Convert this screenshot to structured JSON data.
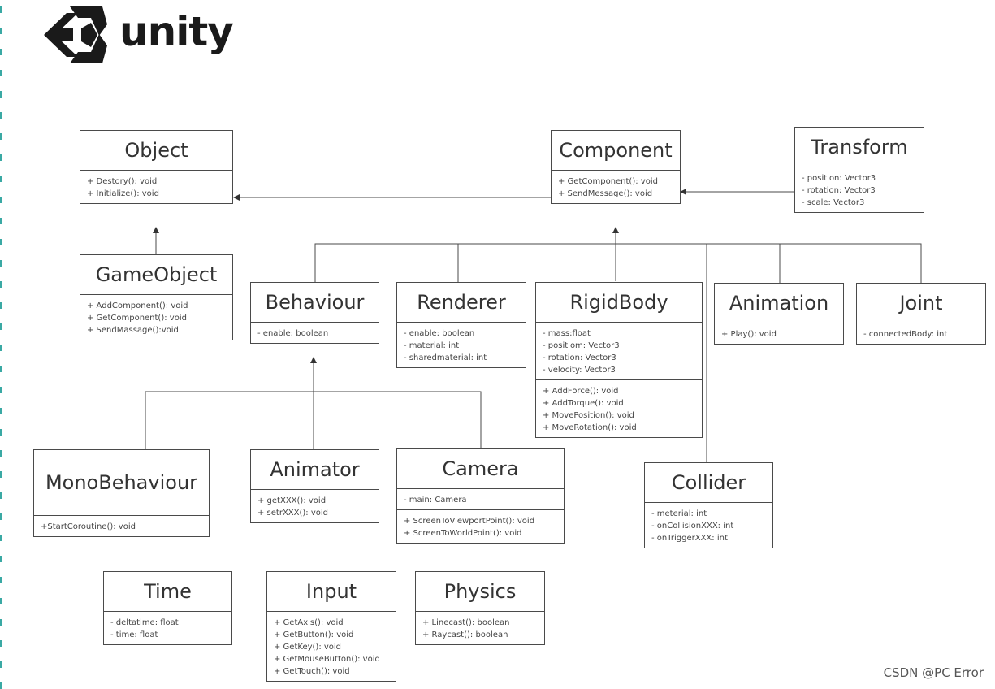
{
  "brand": {
    "name": "unity"
  },
  "watermark": "CSDN @PC Error",
  "classes": [
    {
      "id": "object",
      "title": "Object",
      "sections": [
        [
          "+      Destory(): void",
          "+      Initialize(): void"
        ]
      ]
    },
    {
      "id": "gameobject",
      "title": "GameObject",
      "sections": [
        [
          "+ AddComponent(): void",
          "+ GetComponent(): void",
          "+ SendMassage():void"
        ]
      ]
    },
    {
      "id": "component",
      "title": "Component",
      "sections": [
        [
          "+      GetComponent(): void",
          "+      SendMessage(): void"
        ]
      ]
    },
    {
      "id": "transform",
      "title": "Transform",
      "sections": [
        [
          "- position: Vector3",
          "- rotation: Vector3",
          "- scale: Vector3"
        ]
      ]
    },
    {
      "id": "behaviour",
      "title": "Behaviour",
      "sections": [
        [
          "- enable: boolean"
        ]
      ]
    },
    {
      "id": "renderer",
      "title": "Renderer",
      "sections": [
        [
          "- enable: boolean",
          "- material: int",
          "- sharedmaterial: int"
        ]
      ]
    },
    {
      "id": "rigidbody",
      "title": "RigidBody",
      "sections": [
        [
          "- mass:float",
          "- positiom: Vector3",
          "- rotation: Vector3",
          "- velocity: Vector3"
        ],
        [
          "+ AddForce(): void",
          "+ AddTorque(): void",
          "+ MovePosition(): void",
          "+ MoveRotation(): void"
        ]
      ]
    },
    {
      "id": "animation",
      "title": "Animation",
      "sections": [
        [
          "+ Play(): void"
        ]
      ]
    },
    {
      "id": "joint",
      "title": "Joint",
      "sections": [
        [
          "- connectedBody: int"
        ]
      ]
    },
    {
      "id": "monobehaviour",
      "title": "MonoBehaviour",
      "sections": [
        [
          "+StartCoroutine(): void"
        ]
      ]
    },
    {
      "id": "animator",
      "title": "Animator",
      "sections": [
        [
          "+ getXXX(): void",
          "+ setrXXX(): void"
        ]
      ]
    },
    {
      "id": "camera",
      "title": "Camera",
      "sections": [
        [
          "- main: Camera"
        ],
        [
          "+ ScreenToViewportPoint(): void",
          "+ ScreenToWorldPoint(): void"
        ]
      ]
    },
    {
      "id": "collider",
      "title": "Collider",
      "sections": [
        [
          "- meterial: int",
          "- onCollisionXXX: int",
          "- onTriggerXXX: int"
        ]
      ]
    },
    {
      "id": "time",
      "title": "Time",
      "sections": [
        [
          "- deltatime: float",
          "- time: float"
        ]
      ]
    },
    {
      "id": "input",
      "title": "Input",
      "sections": [
        [
          "+ GetAxis(): void",
          "+ GetButton(): void",
          "+ GetKey(): void",
          "+ GetMouseButton(): void",
          "+ GetTouch(): void"
        ]
      ]
    },
    {
      "id": "physics",
      "title": "Physics",
      "sections": [
        [
          "+ Linecast(): boolean",
          "+ Raycast(): boolean"
        ]
      ]
    }
  ],
  "colors": {
    "line": "#4a4a4a",
    "accent": "#3aa9a4",
    "text": "#333333"
  }
}
